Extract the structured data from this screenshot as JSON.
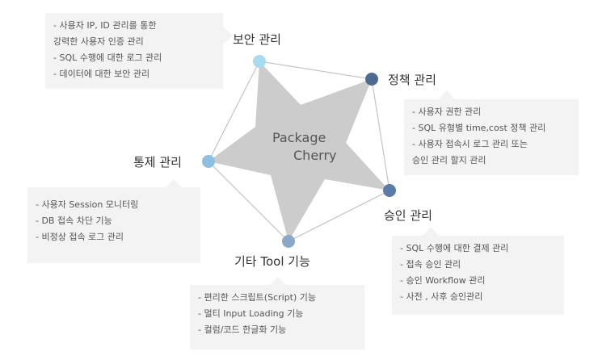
{
  "center": {
    "line1": "Package",
    "line2": "Cherry"
  },
  "nodes": [
    {
      "id": "security",
      "title": "보안 관리",
      "color": "#a9dbf0",
      "items": [
        "- 사용자 IP, ID 관리를 통한",
        "강력한 사용자 인증 관리",
        "- SQL 수행에 대한 로그 관리",
        "- 데이터에 대한 보안 관리"
      ]
    },
    {
      "id": "policy",
      "title": "정책 관리",
      "color": "#4d6b8f",
      "items": [
        "- 사용자 권한 관리",
        "- SQL 유형별 time,cost 정책 관리",
        "- 사용자 접속시 로그 관리 또는",
        "승인 관리 할지 관리"
      ]
    },
    {
      "id": "approval",
      "title": "승인 관리",
      "color": "#5a7ca6",
      "items": [
        "- SQL 수행에 대한 결제 관리",
        "- 접속 승인 관리",
        "- 승인 Workflow 관리",
        "- 사전 , 사후 승인관리"
      ]
    },
    {
      "id": "etc",
      "title": "기타 Tool 기능",
      "color": "#8aa9c9",
      "items": [
        "- 편리한 스크립트(Script) 기능",
        "- 멀티 Input Loading 기능",
        "- 컬럼/코드 한글화 기능"
      ]
    },
    {
      "id": "control",
      "title": "통제 관리",
      "color": "#8fbfe0",
      "items": [
        "- 사용자 Session 모니터링",
        "- DB 접속 차단 기능",
        "- 비정상 접속 로그 관리"
      ]
    }
  ],
  "colors": {
    "star": "#cccccc",
    "edge": "#bbbbbb",
    "box": "#f3f3f3"
  }
}
